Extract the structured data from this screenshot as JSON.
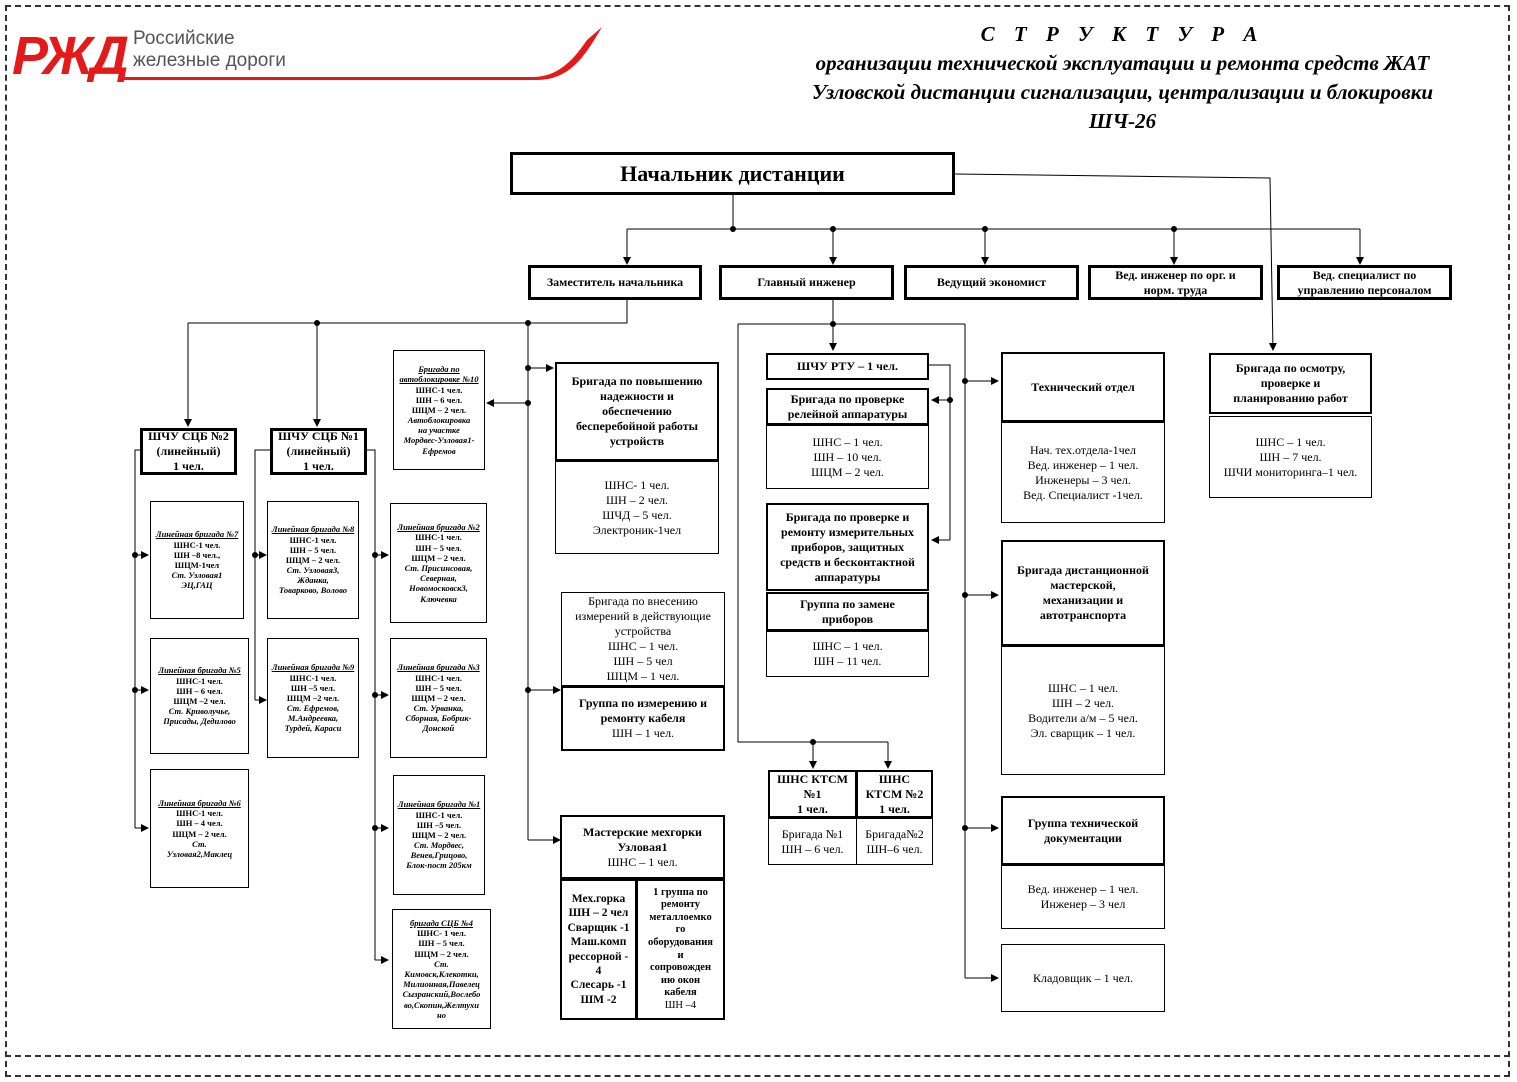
{
  "logo": {
    "line1": "Российские",
    "line2": "железные дороги"
  },
  "title": {
    "line1": "С Т Р У К Т У Р А",
    "line2": "организации технической эксплуатации и ремонта средств ЖАТ",
    "line3": "Узловской дистанции сигнализации, централизации и блокировки",
    "line4": "ШЧ-26"
  },
  "head": "Начальник дистанции",
  "deputies": {
    "zam": "Заместитель начальника",
    "chief": "Главный инженер",
    "econ": "Ведущий экономист",
    "ved_ing_1": "Вед. инженер по орг. и",
    "ved_ing_2": "норм. труда",
    "ved_spec_1": "Вед. специалист по",
    "ved_spec_2": "управлению персоналом"
  },
  "shchu2": {
    "l1": "ШЧУ СЦБ №2",
    "l2": "(линейный)",
    "l3": "1 чел."
  },
  "shchu1": {
    "l1": "ШЧУ СЦБ №1",
    "l2": "(линейный)",
    "l3": "1 чел."
  },
  "lb7": {
    "title": "Линейная бригада №7",
    "lines": [
      "ШНС-1 чел.",
      "ШН –8 чел.,",
      "ШЦМ-1чел",
      "Ст. Узловая1",
      "ЭЦ,ГАЦ"
    ]
  },
  "lb5": {
    "title": "Линейная бригада №5",
    "lines": [
      "ШНС-1 чел.",
      "ШН – 6 чел.",
      "ШЦМ –2 чел.",
      "Ст. Криволучье,",
      "Присады, Дедилово"
    ]
  },
  "lb6": {
    "title": "Линейная бригада №6",
    "lines": [
      "ШНС-1 чел.",
      "ШН – 4 чел.",
      "ШЦМ – 2 чел.",
      "Ст.",
      "Узловая2,Маклец"
    ]
  },
  "lb8": {
    "title": "Линейная бригада №8",
    "lines": [
      "ШНС-1 чел.",
      "ШН – 5 чел.",
      "ШЦМ – 2 чел.",
      "Ст. Узловая3,",
      "Жданка,",
      "Товарково, Волово"
    ]
  },
  "lb9": {
    "title": "Линейная бригада №9",
    "lines": [
      "ШНС-1 чел.",
      "ШН –5 чел.",
      "ШЦМ –2 чел.",
      "Ст. Ефремов,",
      "М.Андреевка,",
      "Турдей, Караси"
    ]
  },
  "ab10": {
    "title": "Бригада по автоблокировке №10",
    "lines": [
      "ШНС-1 чел.",
      "ШН – 6 чел.",
      "ШЦМ – 2 чел.",
      "Автоблокировка",
      "на участке",
      "Мордвес-Узловая1-",
      "Ефремов"
    ]
  },
  "lb2": {
    "title": "Линейная бригада №2",
    "lines": [
      "ШНС-1 чел.",
      "ШН – 5 чел.",
      "ШЦМ – 2 чел.",
      "Ст. Присинсовая,",
      "Северная,",
      "Новомосковск3,",
      "Ключевка"
    ]
  },
  "lb3": {
    "title": "Линейная бригада №3",
    "lines": [
      "ШНС-1 чел.",
      "ШН – 5 чел.",
      "ШЦМ – 2 чел.",
      "Ст. Урванка,",
      "Сборная, Бобрик-",
      "Донской"
    ]
  },
  "lb1": {
    "title": "Линейная бригада №1",
    "lines": [
      "ШНС-1 чел.",
      "ШН –5 чел.",
      "ШЦМ – 2 чел.",
      "Ст. Мордвес,",
      "Венев,Грицово,",
      "Блок-пост 205км"
    ]
  },
  "sb4": {
    "title": "бригада СЦБ №4",
    "lines": [
      "ШНС- 1 чел.",
      "ШН – 5 чел.",
      "ШЦМ – 2 чел.",
      "Ст.",
      "Кимовск,Клекотки,",
      "Милионная,Павелец",
      "Сызранский,Вослебо",
      "во,Скопин,Желтухи",
      "но"
    ]
  },
  "rel": {
    "title": [
      "Бригада по повышению",
      "надежности и",
      "обеспечению",
      "бесперебойной работы",
      "устройств"
    ],
    "lines": [
      "ШНС- 1 чел.",
      "ШН – 2 чел.",
      "ШЧД – 5 чел.",
      "Электроник-1чел"
    ]
  },
  "izm": {
    "lines": [
      "Бригада  по внесению",
      "измерений в действующие",
      "устройства",
      "ШНС – 1 чел.",
      "ШН – 5 чел",
      "ШЦМ – 1 чел."
    ]
  },
  "cable": {
    "title": [
      "Группа по измерению и",
      "ремонту кабеля"
    ],
    "lines": [
      "ШН – 1 чел."
    ]
  },
  "mekh": {
    "title": [
      "Мастерские мехгорки",
      "Узловая1"
    ],
    "lines": [
      "ШНС – 1 чел."
    ]
  },
  "mekh_left": {
    "lines": [
      "Мех.горка",
      "ШН – 2 чел",
      "Сварщик -1",
      "Маш.комп",
      "рессорной -",
      "4",
      "Слесарь -1",
      "ШМ -2"
    ]
  },
  "mekh_right": {
    "title": [
      "1 группа по",
      "ремонту",
      "металлоемко",
      "го",
      "оборудования",
      "и",
      "сопровожден",
      "ию окон",
      "кабеля"
    ],
    "lines": [
      "ШН –4"
    ]
  },
  "rtu": "ШЧУ РТУ – 1 чел.",
  "relay": {
    "title": [
      "Бригада  по проверке",
      "релейной аппаратуры"
    ],
    "lines": [
      "ШНС – 1 чел.",
      "ШН – 10 чел.",
      "ШЦМ – 2 чел."
    ]
  },
  "pribor": {
    "title": [
      "Бригада  по проверке и",
      "ремонту измерительных",
      "приборов, защитных",
      "средств и бесконтактной",
      "аппаратуры"
    ]
  },
  "zamena": {
    "title": [
      "Группа  по замене",
      "приборов"
    ],
    "lines": [
      "ШНС – 1 чел.",
      "ШН – 11 чел."
    ]
  },
  "ktsm1": {
    "title": [
      "ШНС КТСМ",
      "№1",
      "1 чел."
    ],
    "lines": [
      "Бригада №1",
      "ШН – 6 чел."
    ]
  },
  "ktsm2": {
    "title": [
      "ШНС",
      "КТСМ №2",
      "1 чел."
    ],
    "lines": [
      "Бригада№2",
      "ШН–6 чел."
    ]
  },
  "tech": {
    "title": "Технический отдел",
    "lines": [
      "Нач. тех.отдела-1чел",
      "Вед. инженер – 1 чел.",
      "Инженеры – 3 чел.",
      "Вед. Специалист -1чел."
    ]
  },
  "dist": {
    "title": [
      "Бригада  дистанционной",
      "мастерской,",
      "механизации и",
      "автотранспорта"
    ],
    "lines": [
      "ШНС – 1 чел.",
      "ШН – 2 чел.",
      "Водители а/м –  5 чел.",
      "Эл. сварщик – 1 чел."
    ]
  },
  "doc": {
    "title": [
      "Группа технической",
      "документации"
    ],
    "lines": [
      "Вед. инженер – 1 чел.",
      "Инженер – 3 чел"
    ]
  },
  "klad": "Кладовщик – 1 чел.",
  "osmotr": {
    "title": [
      "Бригада по осмотру,",
      "проверке и",
      "планированию работ"
    ],
    "lines": [
      "ШНС – 1 чел.",
      "ШН – 7 чел.",
      "ШЧИ мониторинга–1 чел."
    ]
  }
}
